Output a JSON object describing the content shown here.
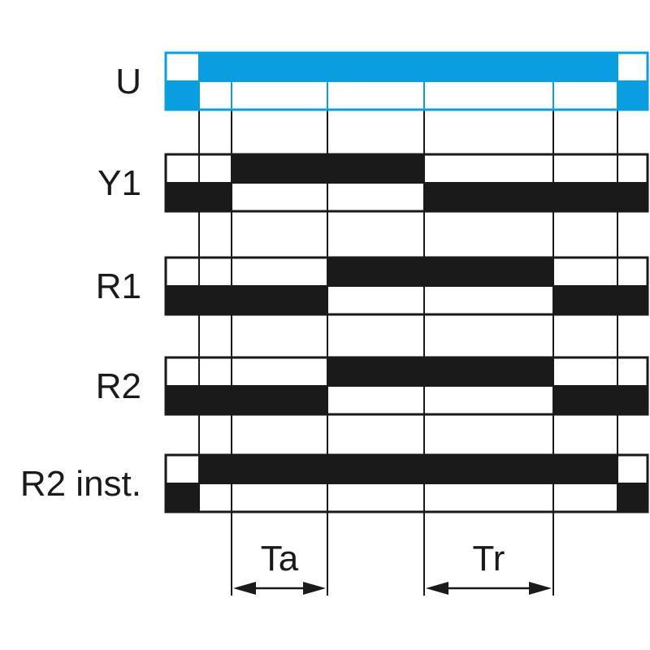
{
  "colors": {
    "blue": "#0a9ee0",
    "black": "#1a1a1a"
  },
  "chart_data": {
    "type": "timing",
    "interval_count": 7,
    "signals": [
      {
        "name": "U",
        "states": [
          0,
          1,
          1,
          1,
          1,
          1,
          0
        ],
        "color": "#0a9ee0"
      },
      {
        "name": "Y1",
        "states": [
          0,
          0,
          1,
          1,
          0,
          0,
          0
        ],
        "color": "#1a1a1a"
      },
      {
        "name": "R1",
        "states": [
          0,
          0,
          0,
          1,
          1,
          0,
          0
        ],
        "color": "#1a1a1a"
      },
      {
        "name": "R2",
        "states": [
          0,
          0,
          0,
          1,
          1,
          0,
          0
        ],
        "color": "#1a1a1a"
      },
      {
        "name": "R2 inst.",
        "states": [
          0,
          1,
          1,
          1,
          1,
          1,
          0
        ],
        "color": "#1a1a1a"
      }
    ],
    "durations": [
      {
        "label": "Ta",
        "interval": 2
      },
      {
        "label": "Tr",
        "interval": 4
      }
    ]
  }
}
